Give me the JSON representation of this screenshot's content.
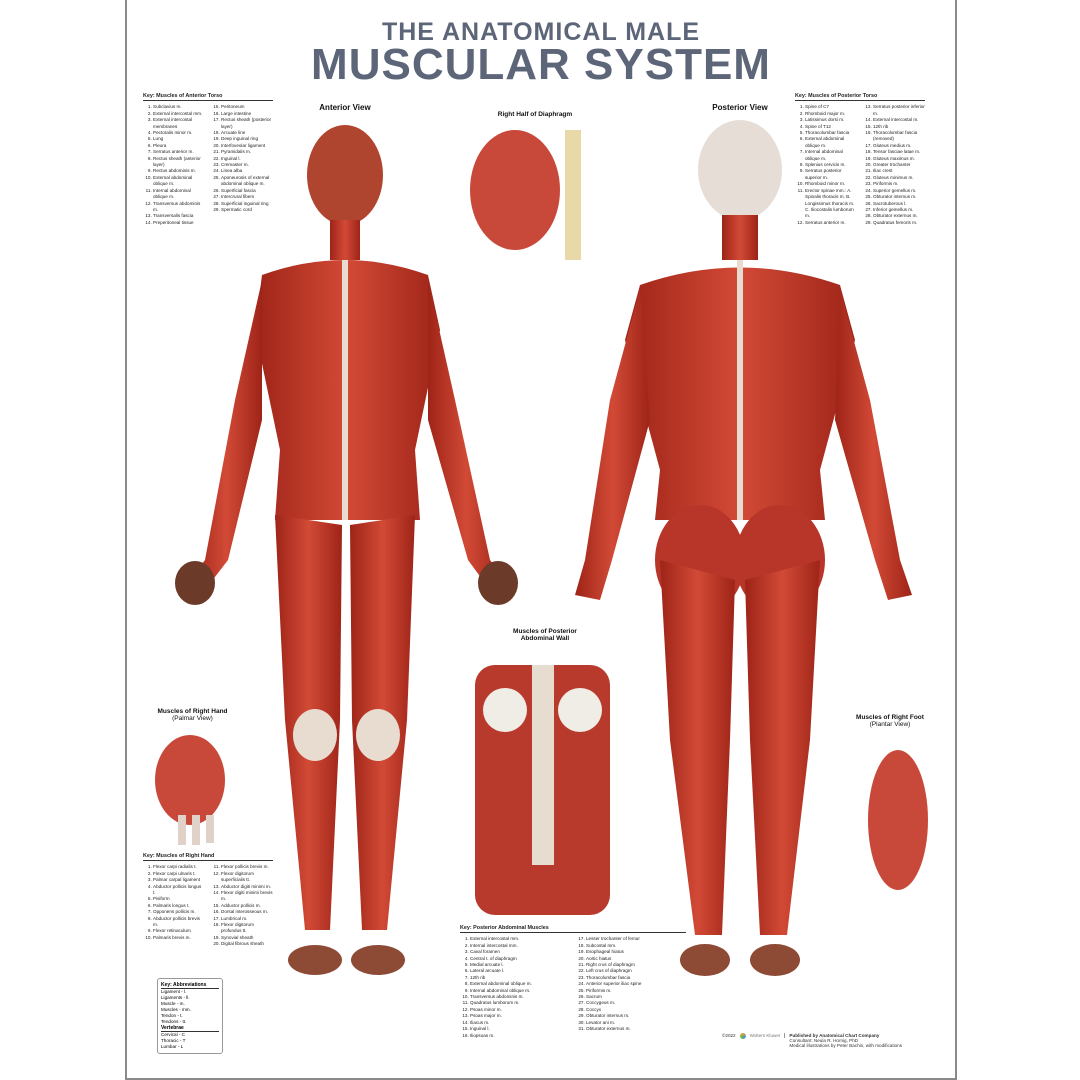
{
  "title": {
    "line1": "THE ANATOMICAL MALE",
    "line2": "MUSCULAR SYSTEM"
  },
  "sections": {
    "anterior": "Anterior View",
    "posterior": "Posterior View",
    "diaphragm": "Right Half of Diaphragm",
    "abdominal": "Muscles of Posterior",
    "abdominal2": "Abdominal Wall",
    "hand": "Muscles of Right Hand",
    "hand_sub": "(Palmar View)",
    "foot": "Muscles of Right Foot",
    "foot_sub": "(Plantar View)"
  },
  "keys": {
    "anterior_torso": {
      "title": "Key: Muscles of Anterior Torso",
      "items": [
        "Subclavius m.",
        "External intercostal mm.",
        "External intercostal membranes",
        "Pectoralis minor m.",
        "Lung",
        "Pleura",
        "Serratus anterior m.",
        "Rectus sheath (anterior layer)",
        "Rectus abdominis m.",
        "External abdominal oblique m.",
        "Internal abdominal oblique m.",
        "Transversus abdominis m.",
        "Transversalis fascia",
        "Preperitoneal tissue",
        "Peritoneum",
        "Large intestine",
        "Rectus sheath (posterior layer)",
        "Arcuate line",
        "Deep inguinal ring",
        "Interfoveolar ligament",
        "Pyramidalis m.",
        "Inguinal l.",
        "Cremaster m.",
        "Linea alba",
        "Aponeurosis of external abdominal oblique m.",
        "Superficial fascia",
        "Intercrural fibers",
        "Superficial inguinal ring",
        "Spermatic cord"
      ]
    },
    "posterior_torso": {
      "title": "Key: Muscles of Posterior Torso",
      "items": [
        "Spine of C7",
        "Rhomboid major m.",
        "Latissimus dorsi m.",
        "Spine of T12",
        "Thoracolumbar fascia",
        "External abdominal oblique m.",
        "Internal abdominal oblique m.",
        "Splenius cervicis m.",
        "Serratus posterior superior m.",
        "Rhomboid minor m.",
        "Erector spinae mm.: A. Spinalis thoracis m. B. Longissimus thoracis m. C. Iliocostalis lumborum m.",
        "Serratus anterior m.",
        "Serratus posterior inferior m.",
        "External intercostal m.",
        "12th rib",
        "Thoracolumbar fascia (removed)",
        "Gluteus medius m.",
        "Tensor fasciae latae m.",
        "Gluteus maximus m.",
        "Greater trochanter",
        "Iliac crest",
        "Gluteus minimus m.",
        "Piriformis m.",
        "Superior gemellus m.",
        "Obturator internus m.",
        "Sacrotuberous l.",
        "Inferior gemellus m.",
        "Obturator externus m.",
        "Quadratus femoris m."
      ]
    },
    "right_hand": {
      "title": "Key: Muscles of Right Hand",
      "items": [
        "Flexor carpi radialis t.",
        "Flexor carpi ulnaris t.",
        "Palmar carpal ligament",
        "Abductor pollicis longus t.",
        "Pisiform",
        "Palmaris longus t.",
        "Opponens pollicis m.",
        "Abductor pollicis brevis m.",
        "Flexor retinaculum",
        "Palmaris brevis m.",
        "Flexor pollicis brevis m.",
        "Flexor digitorum superficialis tt.",
        "Abductor digiti minimi m.",
        "Flexor digiti minimi brevis m.",
        "Adductor pollicis m.",
        "Dorsal interosseous m.",
        "Lumbrical m.",
        "Flexor digitorum profundus tt.",
        "Synovial sheath",
        "Digital fibrous sheath"
      ]
    },
    "abdominal": {
      "title": "Key: Posterior Abdominal Muscles",
      "items": [
        "External intercostal mm.",
        "Internal intercostal mm.",
        "Caval foramen",
        "Central t. of diaphragm",
        "Medial arcuate l.",
        "Lateral arcuate l.",
        "12th rib",
        "External abdominal oblique m.",
        "Internal abdominal oblique m.",
        "Transversus abdominis m.",
        "Quadratus lumborum m.",
        "Psoas minor m.",
        "Psoas major m.",
        "Iliacus m.",
        "Inguinal l.",
        "Iliopsoas m.",
        "Lesser trochanter of femur",
        "Subcostal mm.",
        "Esophageal hiatus",
        "Aortic hiatus",
        "Right crus of diaphragm",
        "Left crus of diaphragm",
        "Thoracolumbar fascia",
        "Anterior superior iliac spine",
        "Piriformis m.",
        "Sacrum",
        "Coccygeus m.",
        "Coccyx",
        "Obturator internus m.",
        "Levator ani m.",
        "Obturator externus m."
      ]
    }
  },
  "abbreviations": {
    "title": "Key: Abbreviations",
    "items": [
      "Ligament - l.",
      "Ligaments - ll.",
      "Muscle - m.",
      "Muscles - mm.",
      "Tendon - t.",
      "Tendons - tt."
    ],
    "title2": "Vertebrae",
    "items2": [
      "Cervical - C",
      "Thoracic - T",
      "Lumbar - L"
    ]
  },
  "publisher": {
    "copyright": "©2022",
    "brand": "Wolters Kluwer",
    "line1": "Published by Anatomical Chart Company",
    "line2": "Consultant: Neula R. Hornig, PhD",
    "line3": "Medical illustrations by Peter Bachin, with modifications"
  },
  "colors": {
    "title": "#5d6679",
    "muscle": "#c8392b",
    "muscle_dark": "#9e2418",
    "tendon": "#e8dcd0",
    "skin": "#6b3a28"
  }
}
